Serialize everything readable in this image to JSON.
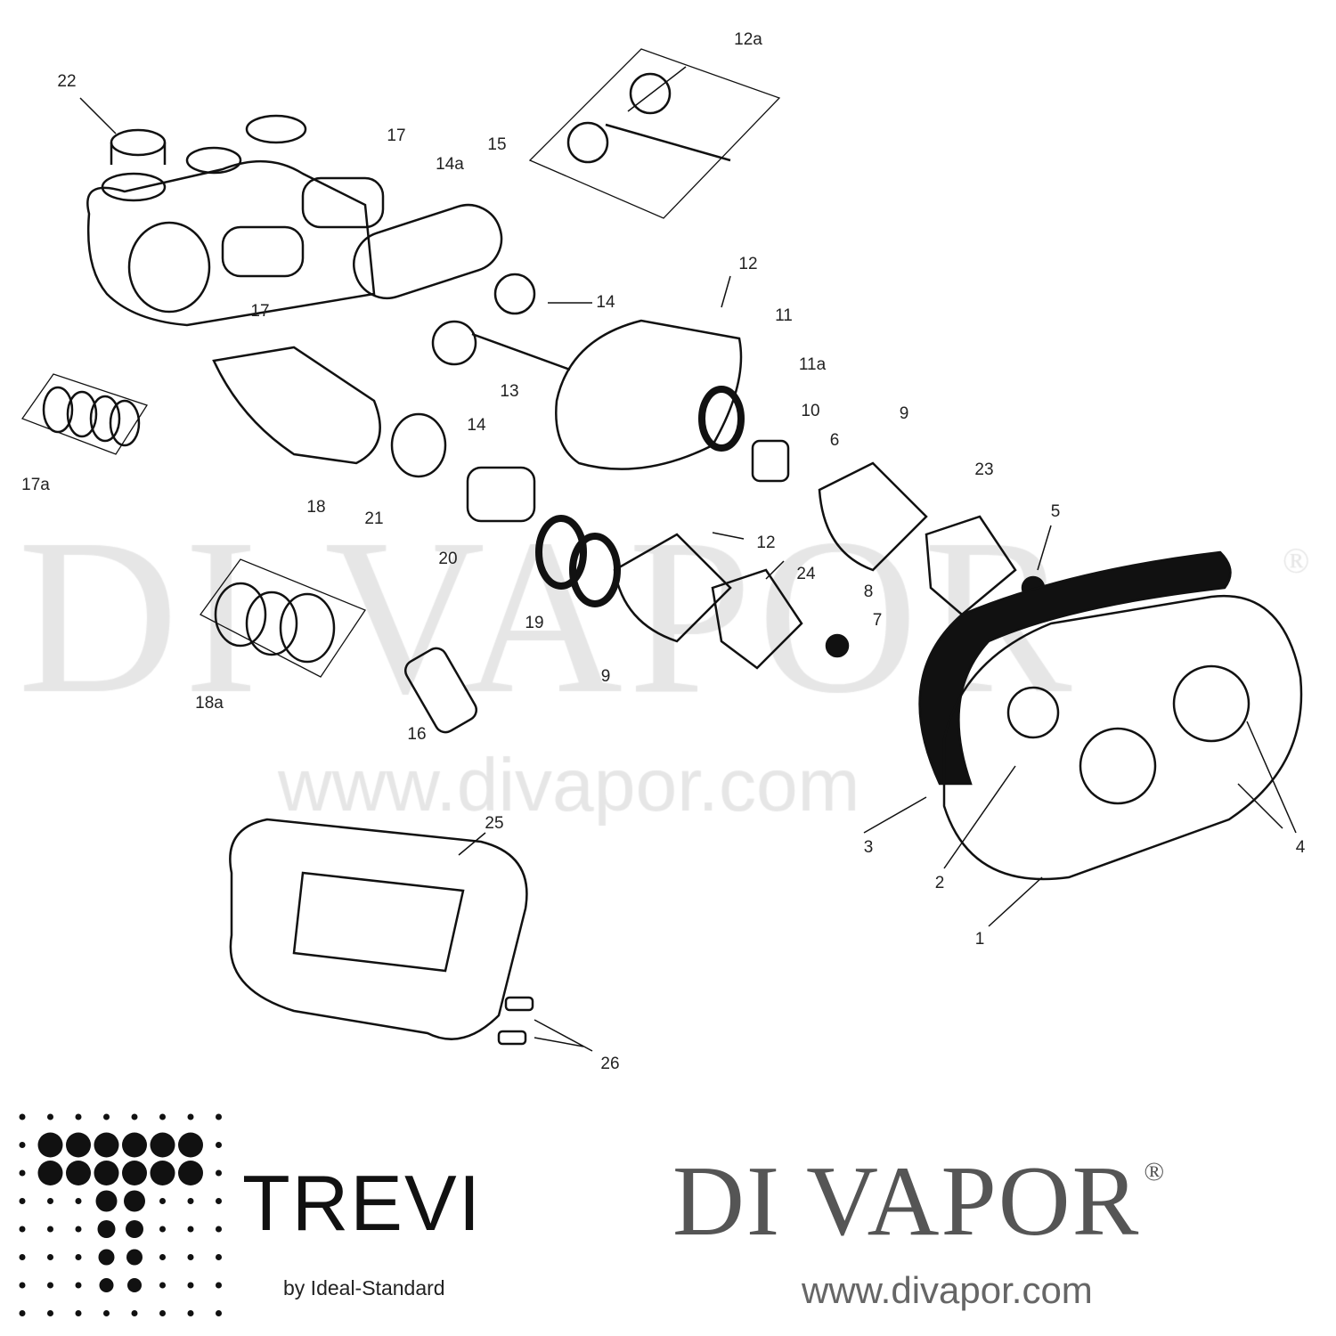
{
  "watermark": {
    "brand": "DI VAPOR",
    "registered": "®",
    "url": "www.divapor.com"
  },
  "part_labels": [
    "22",
    "17",
    "14a",
    "15",
    "12a",
    "12",
    "14",
    "11",
    "11a",
    "13",
    "14",
    "10",
    "9",
    "6",
    "17",
    "17a",
    "18",
    "21",
    "20",
    "12",
    "23",
    "5",
    "24",
    "8",
    "7",
    "19",
    "9",
    "18a",
    "16",
    "25",
    "3",
    "2",
    "1",
    "4",
    "26"
  ],
  "footer": {
    "trevi_logo": "TREVI",
    "trevi_tagline": "by Ideal-Standard",
    "divapor_logo": "DI VAPOR",
    "divapor_registered": "®",
    "divapor_url": "www.divapor.com"
  }
}
